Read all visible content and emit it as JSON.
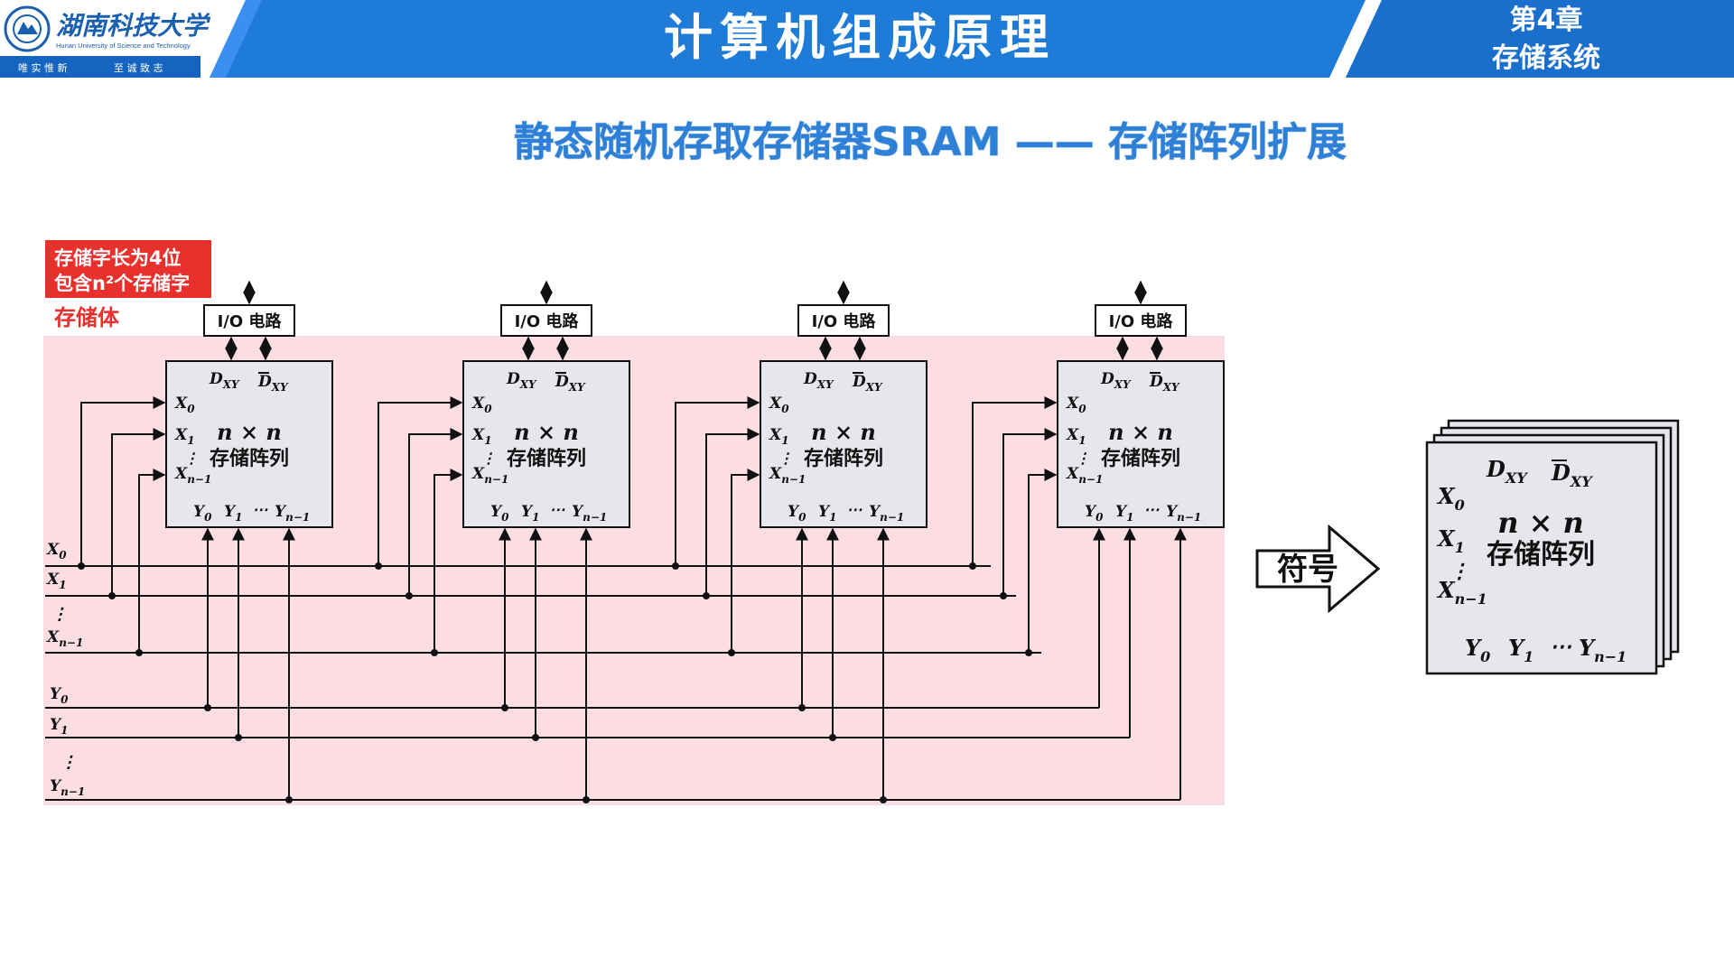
{
  "header": {
    "course_title": "计算机组成原理",
    "chapter_line1": "第4章",
    "chapter_line2": "存储系统",
    "university_name_cn": "湖南科技大学",
    "university_name_en": "Hunan University of Science and Technology",
    "motto_left": "唯 实 惟 新",
    "motto_right": "至 诚 致 志",
    "colors": {
      "bar": "#1f7bd8",
      "bar_dark": "#1565c0",
      "accent": "#3a8ff0"
    }
  },
  "slide_title": "静态随机存取存储器SRAM —— 存储阵列扩展",
  "labels": {
    "note_line1": "存储字长为4位",
    "note_line2": "包含n²个存储字",
    "bank_label": "存储体",
    "io_circuit": "I/O 电路",
    "array_dim": "n × n",
    "array_name": "存储阵列",
    "d_xy": "D",
    "d_xy_sub": "XY",
    "x0": "X",
    "x1": "X",
    "xn": "X",
    "sub0": "0",
    "sub1": "1",
    "subn": "n−1",
    "y0": "Y",
    "y1": "Y",
    "yn": "Y",
    "ellipsis": "⋯",
    "vdots": "⋮",
    "symbol_label": "符号"
  },
  "diagram": {
    "chips_count": 4,
    "colors": {
      "pink": "#fbdde3",
      "chip_fill": "#e6e7ec",
      "line": "#111111",
      "note_bg": "#e8302d",
      "bank_text": "#e8302d"
    }
  }
}
